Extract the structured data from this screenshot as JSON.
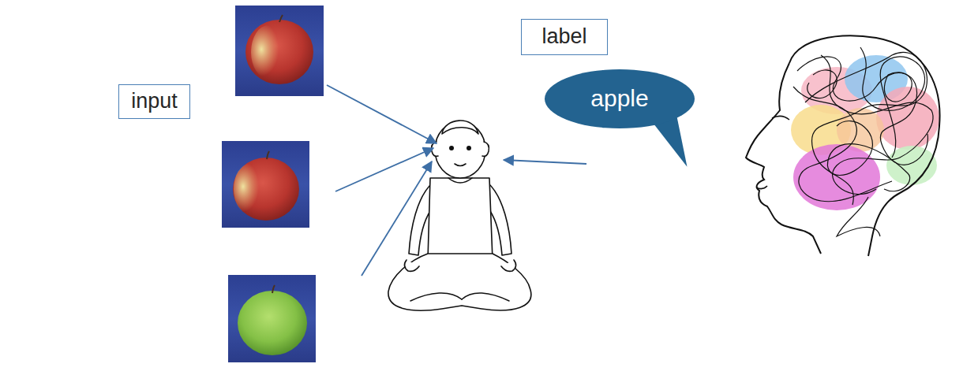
{
  "diagram": {
    "nodes": [
      {
        "text": [
          "input"
        ]
      },
      {
        "text": [
          "label"
        ]
      },
      {
        "text": [
          "apple"
        ]
      }
    ]
  }
}
